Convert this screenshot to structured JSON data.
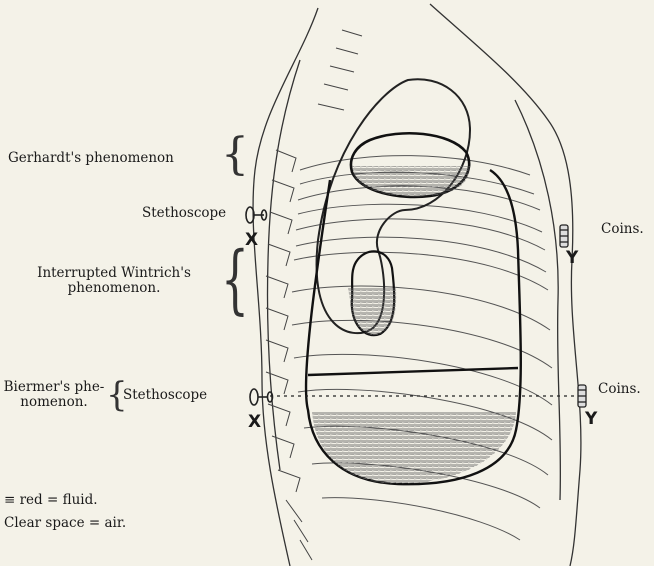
{
  "labels": {
    "gerhardt": "Gerhardt's phenomenon",
    "stethoscope_top": "Stethoscope",
    "x_top": "X",
    "interrupted_line1": "Interrupted Wintrich's",
    "interrupted_line2": "phenomenon.",
    "biermer_line1": "Biermer's phe-",
    "biermer_line2": "nomenon.",
    "stethoscope_bottom": "Stethoscope",
    "x_bottom": "X",
    "coins_top": "Coins.",
    "y_top": "Y",
    "coins_bottom": "Coins.",
    "y_bottom": "Y"
  },
  "legend": {
    "fluid": "≡ red = fluid.",
    "air": "Clear space = air."
  }
}
